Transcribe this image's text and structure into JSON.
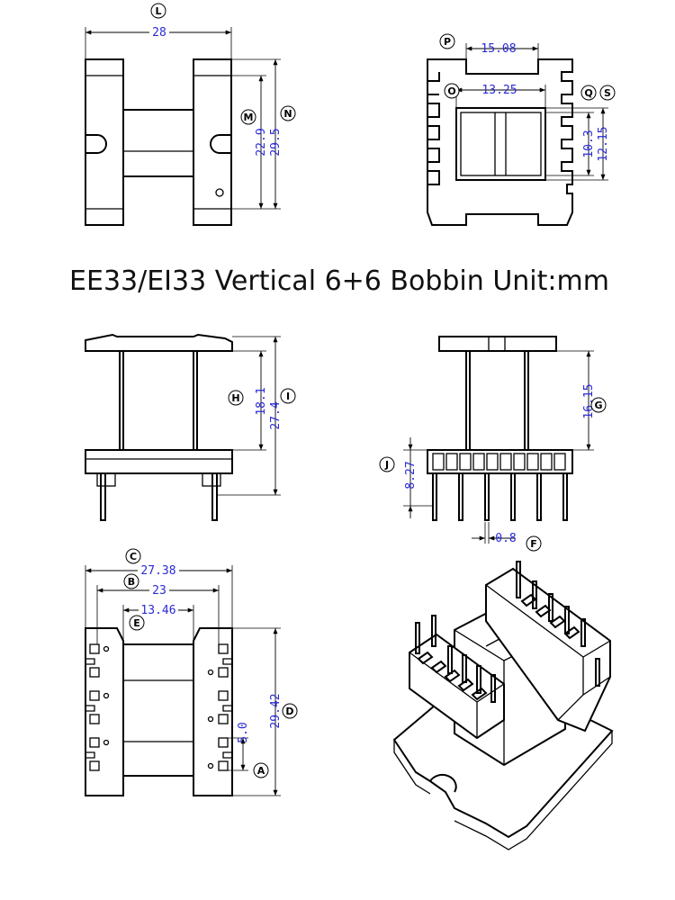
{
  "title": "EE33/EI33 Vertical 6+6 Bobbin    Unit:mm",
  "labels": {
    "L": "L",
    "P": "P",
    "O": "O",
    "Q": "Q",
    "S": "S",
    "M": "M",
    "N": "N",
    "H": "H",
    "I": "I",
    "G": "G",
    "J": "J",
    "F": "F",
    "C": "C",
    "B": "B",
    "E": "E",
    "D": "D",
    "A": "A"
  },
  "dims": {
    "L": "28",
    "P": "15.08",
    "O": "13.25",
    "M": "22.9",
    "N": "29.5",
    "Q": "10.3",
    "S": "12.15",
    "H": "18.1",
    "I": "27.4",
    "G": "16.15",
    "J": "8.27",
    "F": "0.8",
    "C": "27.38",
    "B": "23",
    "E": "13.46",
    "A": "5.0",
    "D": "29.42"
  }
}
